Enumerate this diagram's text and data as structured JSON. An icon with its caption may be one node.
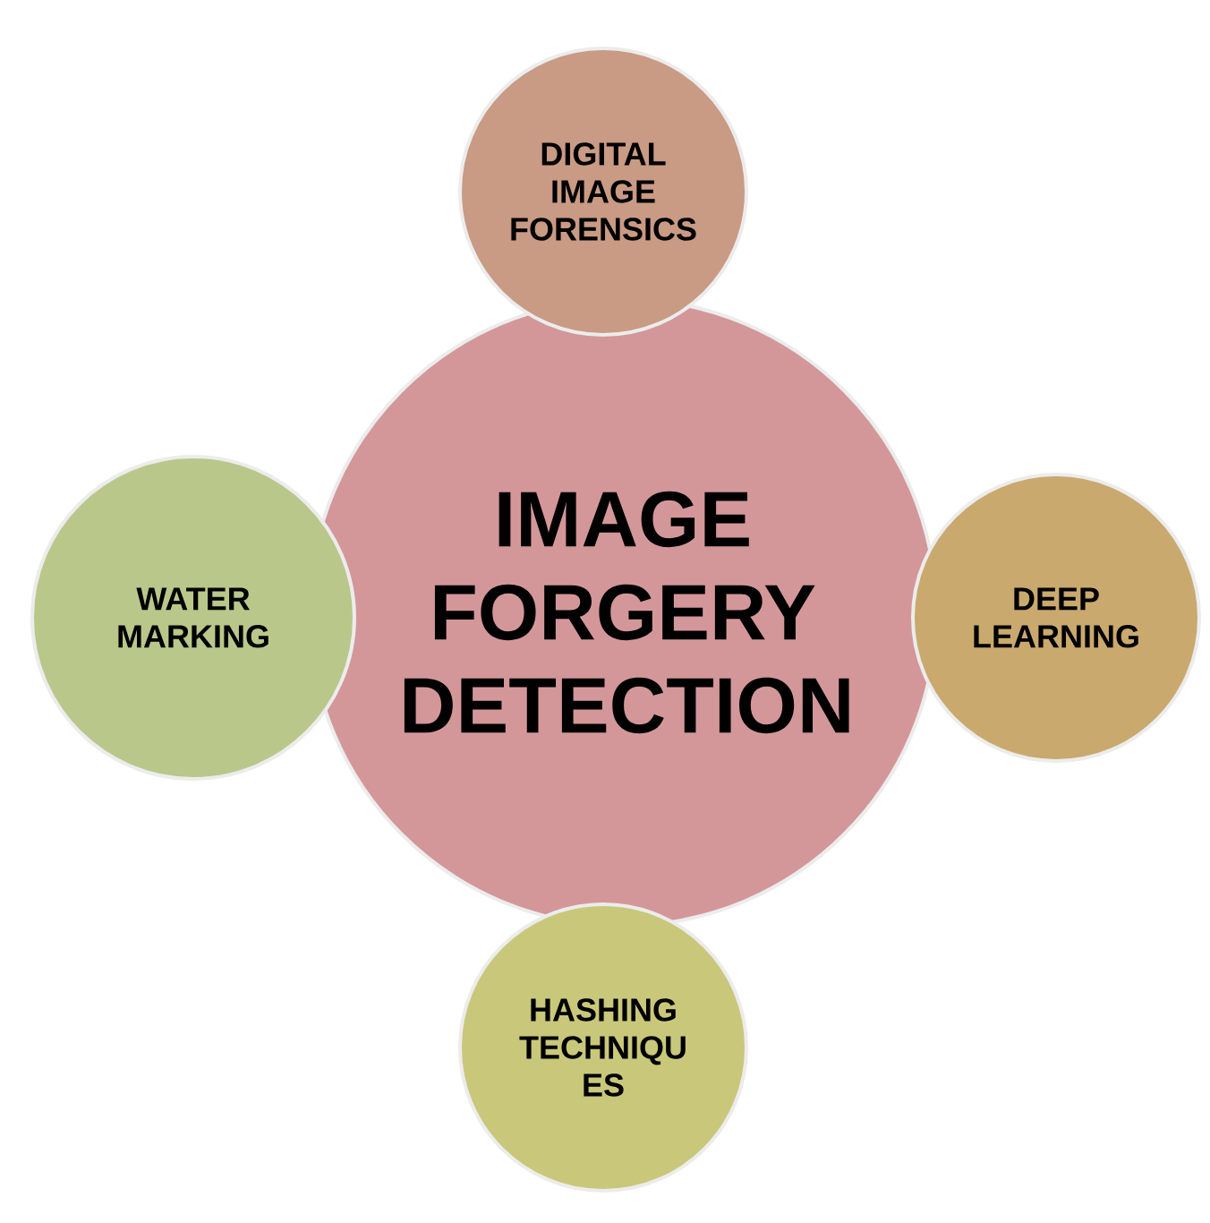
{
  "diagram": {
    "nodes": [
      {
        "text": [
          "DIGITAL IMAGE FORENSICS"
        ]
      },
      {
        "text": [
          "WATER MARKING"
        ]
      },
      {
        "text": [
          "IMAGE FORGERY DETECTION"
        ]
      },
      {
        "text": [
          "DEEP LEARNING"
        ]
      },
      {
        "text": [
          "HASHING TECHNIQU ES"
        ]
      }
    ]
  }
}
